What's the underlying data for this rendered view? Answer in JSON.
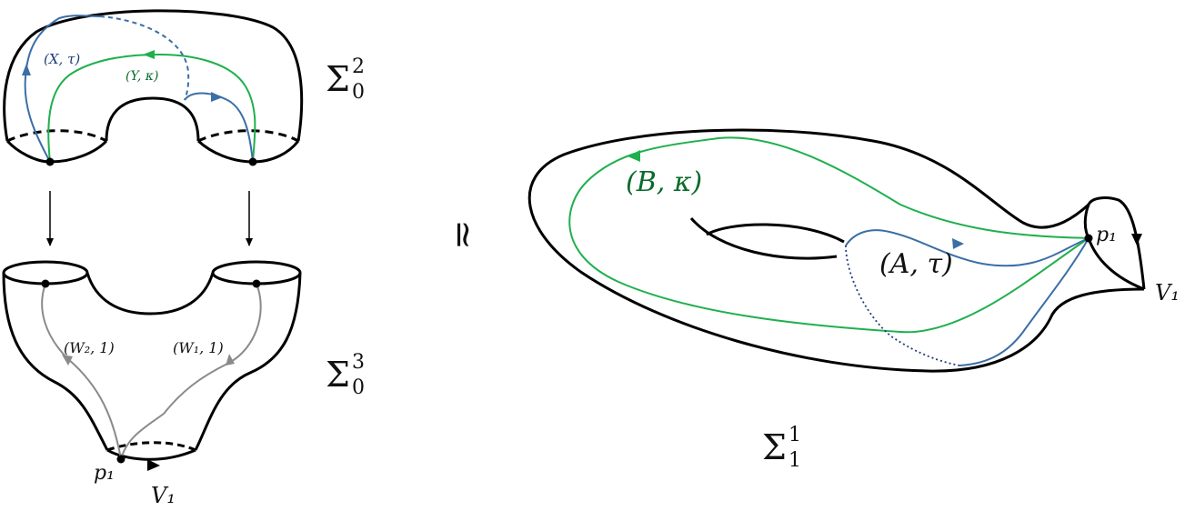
{
  "colors": {
    "outline": "#000000",
    "blue_path": "#3b6ea5",
    "green_path": "#1fb04d",
    "gray_path": "#8a8a8a",
    "label_blue": "#1f3d7a",
    "label_green": "#0a6b2a"
  },
  "labels": {
    "sigma_02": {
      "base": "Σ",
      "sup": "2",
      "sub": "0"
    },
    "sigma_03": {
      "base": "Σ",
      "sup": "3",
      "sub": "0"
    },
    "sigma_11": {
      "base": "Σ",
      "sup": "1",
      "sub": "1"
    },
    "homeo": "≃",
    "x_tau": "(X, τ)",
    "y_kappa": "(Y, κ)",
    "w2": "(W₂, 1)",
    "w1": "(W₁, 1)",
    "p1_left": "p₁",
    "v1_left": "V₁",
    "b_kappa": "(B, κ)",
    "a_tau": "(A, τ)",
    "p1_right": "p₁",
    "v1_right": "V₁"
  }
}
